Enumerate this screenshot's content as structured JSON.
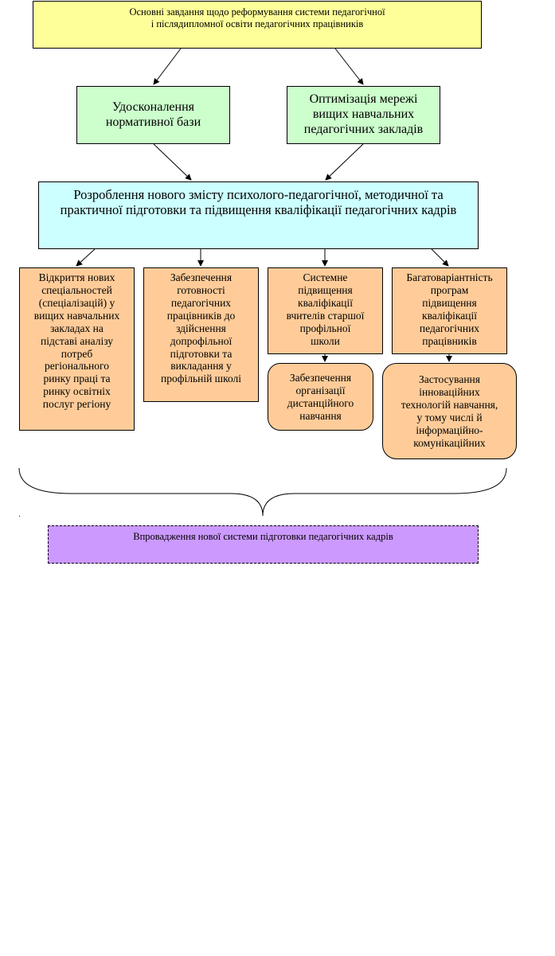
{
  "diagram": {
    "top": "Основні завдання щодо реформування системи педагогічної\nі післядипломної освіти педагогічних працівників",
    "level2": {
      "left": "Удосконалення\nнормативної бази",
      "right": "Оптимізація мережі\nвищих навчальних\nпедагогічних закладів"
    },
    "center": "Розроблення нового змісту психолого-педагогічної, методичної та\nпрактичної підготовки та підвищення кваліфікації педагогічних кадрів",
    "level4": {
      "col1": "Відкриття нових\nспеціальностей\n(спеціалізацій) у\nвищих навчальних\nзакладах на\nпідставі аналізу\nпотреб\nрегіонального\nринку праці та\nринку освітніх\nпослуг регіону",
      "col2": "Забезпечення\nготовності\nпедагогічних\nпрацівників до\nздійснення\nдопрофільної\nпідготовки та\nвикладання у\nпрофільній школі",
      "col3": "Системне\nпідвищення\nкваліфікації\nвчителів старшої\nпрофільної\nшколи",
      "col4": "Багатоваріантність\nпрограм\nпідвищення\nкваліфікації\nпедагогічних\nпрацівників"
    },
    "level5": {
      "col3": "Забезпечення\nорганізації\nдистанційного\nнавчання",
      "col4": "Застосування\nінноваційних\nтехнологій навчання,\nу тому числі й\nінформаційно-\nкомунікаційних"
    },
    "bottom": "Впровадження нової системи підготовки педагогічних кадрів"
  },
  "colors": {
    "top": "#ffff99",
    "level2": "#ccffcc",
    "center": "#ccffff",
    "level4": "#ffcc99",
    "bottom": "#cc99ff",
    "line": "#000000"
  }
}
